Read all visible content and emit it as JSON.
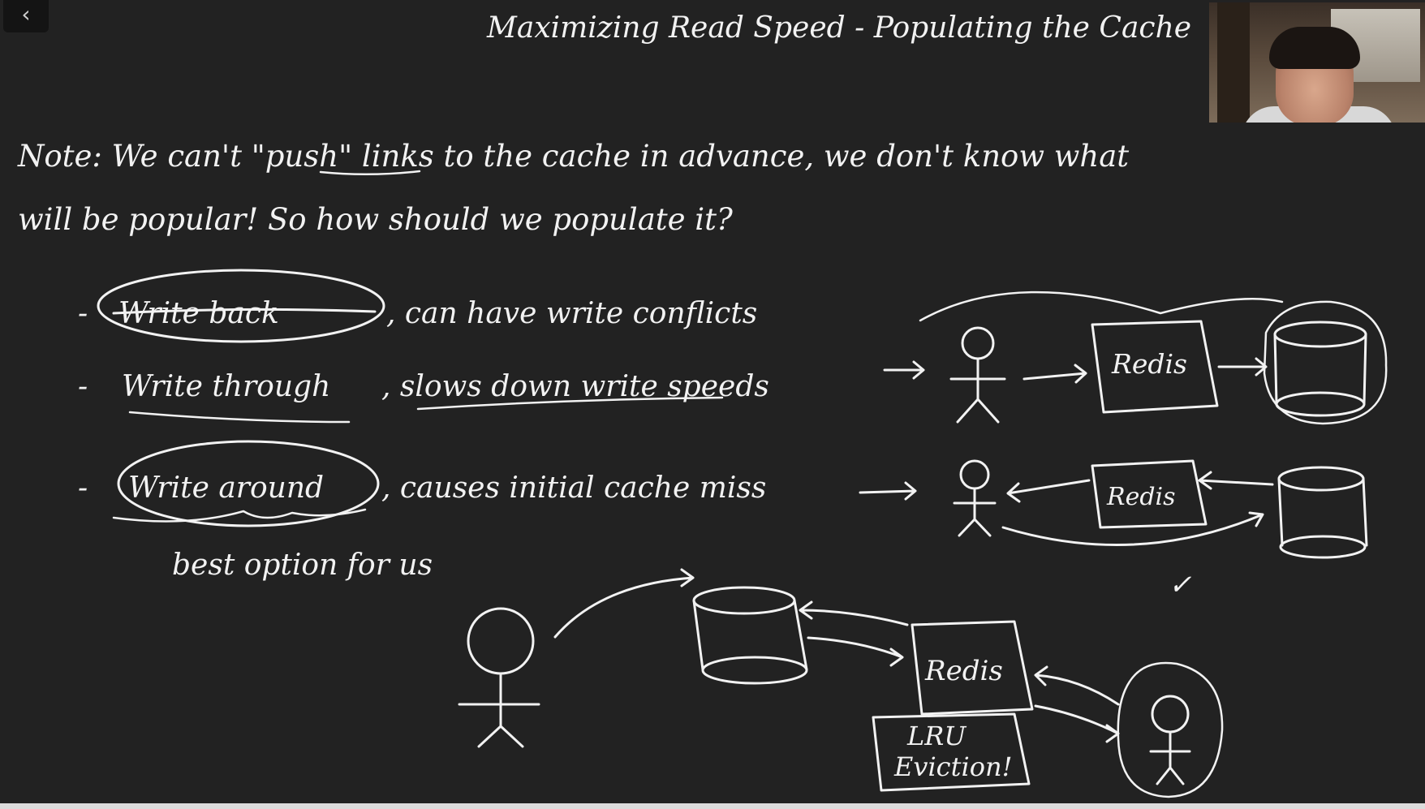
{
  "controls": {
    "back_label": "‹"
  },
  "board": {
    "title": "Maximizing Read Speed - Populating the Cache",
    "note_line1": "Note: We can't \"push\" links to the cache in advance, we don't know what",
    "note_line2": "will be popular! So how should we populate it?",
    "options": [
      {
        "dash": "-",
        "name": "Write back",
        "comment": ", can have write conflicts"
      },
      {
        "dash": "-",
        "name": "Write through",
        "comment": ", slows down write speeds"
      },
      {
        "dash": "-",
        "name": "Write around",
        "comment": ", causes initial cache miss"
      }
    ],
    "best_label": "best option for us",
    "redis_label": "Redis",
    "lru_line1": "LRU",
    "lru_line2": "Eviction!",
    "check_mark": "✓"
  },
  "webcam": {
    "icon": "presenter-video"
  },
  "colors": {
    "board": "#222222",
    "ink": "#f2f2f2",
    "chrome": "#dcdcdc"
  }
}
